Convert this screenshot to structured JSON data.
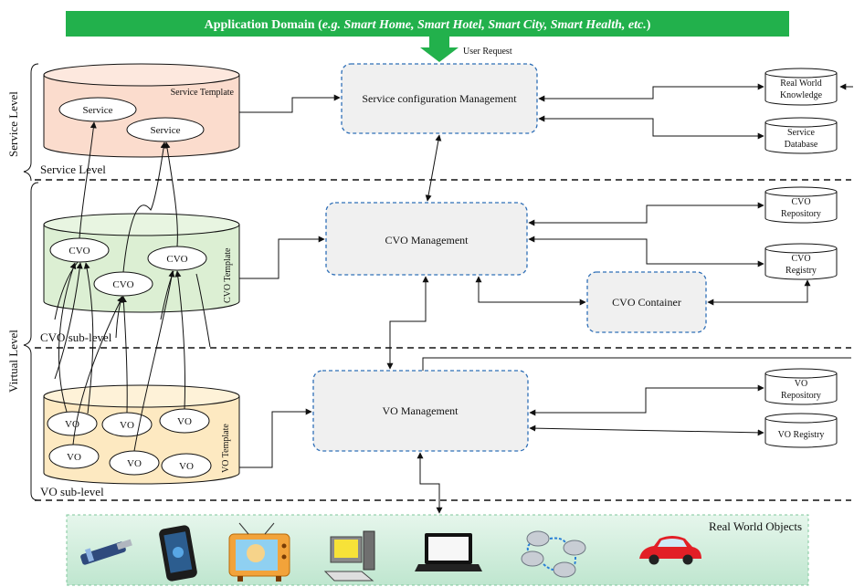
{
  "banner": {
    "prefix": "Application Domain (",
    "examples": "e.g. Smart Home, Smart Hotel, Smart City, Smart Health, etc.",
    "suffix": ")",
    "color": "#22b14c"
  },
  "user_request": "User Request",
  "levels": {
    "service_level_side": "Service Level",
    "service_level_bottom": "Service Level",
    "virtual_level_side": "Virtual Level",
    "cvo_sublevel": "CVO sub-level",
    "vo_sublevel": "VO sub-level"
  },
  "templates": {
    "service": {
      "title": "Service Template",
      "items": [
        "Service",
        "Service"
      ],
      "color": "#fbdccd"
    },
    "cvo": {
      "title": "CVO Template",
      "items": [
        "CVO",
        "CVO",
        "CVO"
      ],
      "color": "#dcefd3"
    },
    "vo": {
      "title": "VO Template",
      "items": [
        "VO",
        "VO",
        "VO",
        "VO",
        "VO",
        "VO"
      ],
      "color": "#fde9c1"
    }
  },
  "managers": {
    "service_config": "Service configuration Management",
    "cvo": "CVO Management",
    "cvo_container": "CVO Container",
    "vo": "VO Management"
  },
  "databases": {
    "real_world_knowledge": [
      "Real World",
      "Knowledge"
    ],
    "service_database": [
      "Service",
      "Database"
    ],
    "cvo_repository": [
      "CVO",
      "Repository"
    ],
    "cvo_registry": [
      "CVO",
      "Registry"
    ],
    "vo_repository": [
      "VO",
      "Repository"
    ],
    "vo_registry": [
      "VO Registry"
    ]
  },
  "real_world_objects": {
    "title": "Real World Objects",
    "icons": [
      "sensor-icon",
      "smartphone-icon",
      "television-icon",
      "desktop-computer-icon",
      "laptop-icon",
      "connected-devices-icon",
      "car-icon"
    ],
    "color": "#c9ecd9"
  }
}
